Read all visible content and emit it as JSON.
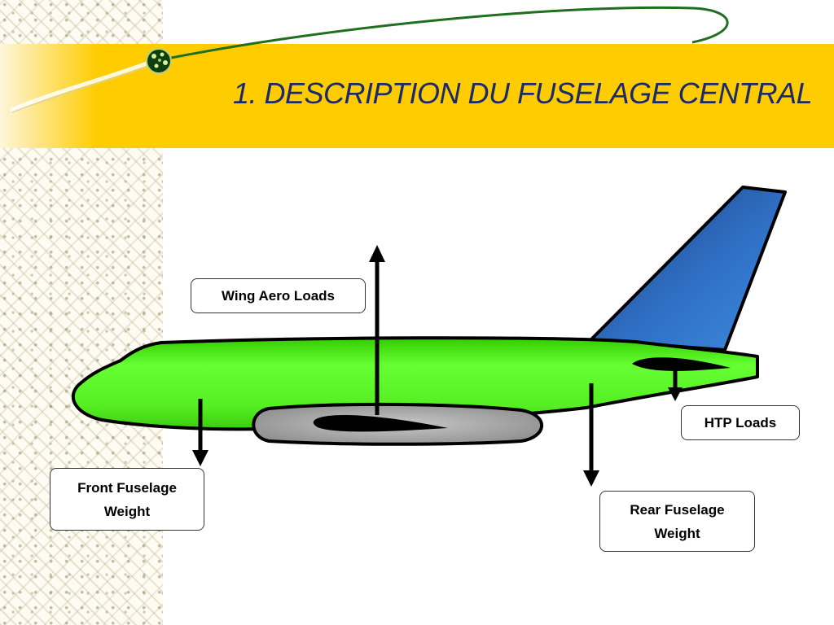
{
  "slide": {
    "title": "1. DESCRIPTION DU FUSELAGE CENTRAL"
  },
  "labels": {
    "wing_aero_loads": "Wing Aero Loads",
    "front_fuselage_weight": "Front Fuselage Weight",
    "htp_loads": "HTP Loads",
    "rear_fuselage_weight": "Rear Fuselage Weight"
  },
  "colors": {
    "title_bar": "#ffcc00",
    "title_text": "#1a2a6c",
    "fuselage": "#55ee22",
    "tail": "#2f6fc4",
    "wing_fairing": "#a9a9a9",
    "swoosh": "#1f6f1f"
  }
}
